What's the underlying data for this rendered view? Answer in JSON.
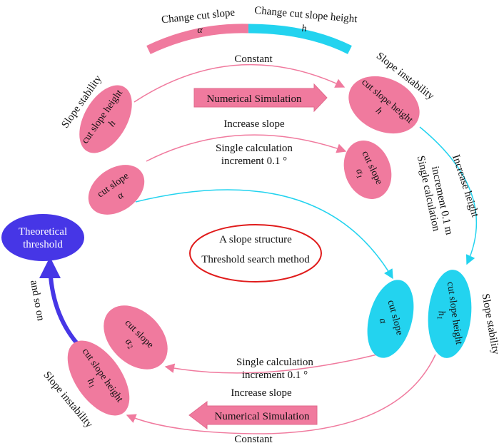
{
  "colors": {
    "pink": "#f07a9e",
    "cyan": "#23d3ef",
    "blue": "#4636e6",
    "red": "#e01b1b",
    "text": "#111111"
  },
  "top_bar": {
    "left_title": "Change cut slope",
    "left_symbol": "α",
    "right_title": "Change cut slope height",
    "right_symbol": "h"
  },
  "labels": {
    "constant_top": "Constant",
    "slope_stability_left": "Slope stability",
    "slope_instability_right": "Slope instability",
    "numerical_simulation_top": "Numerical Simulation",
    "increase_slope_top": "Increase slope",
    "single_calc_top_1": "Single calculation",
    "single_calc_top_2": "increment 0.1 °",
    "increase_height": "Increase height",
    "single_calc_right_1": "Single calculation",
    "single_calc_right_2": "increment 0.1 m",
    "slope_stability_right": "Slope stability",
    "single_calc_bottom_1": "Single calculation",
    "single_calc_bottom_2": "increment 0.1 °",
    "increase_slope_bottom": "Increase slope",
    "numerical_simulation_bottom": "Numerical Simulation",
    "constant_bottom": "Constant",
    "slope_instability_left": "Slope instability",
    "and_so_on": "and so on"
  },
  "nodes": {
    "height_h_left": {
      "line1": "cut slope height",
      "line2": "h"
    },
    "height_h_right": {
      "line1": "cut slope height",
      "line2": "h"
    },
    "slope_alpha_left": {
      "line1": "cut slope",
      "line2": "α"
    },
    "slope_alpha1": {
      "line1": "cut slope",
      "line2": "α",
      "sub": "1"
    },
    "slope_alpha_cyan": {
      "line1": "cut slope",
      "line2": "α"
    },
    "height_h1_cyan": {
      "line1": "cut slope height",
      "line2": "h",
      "sub": "1"
    },
    "slope_alpha2": {
      "line1": "cut slope",
      "line2": "α",
      "sub": "2"
    },
    "height_h1_bottom": {
      "line1": "cut slope height",
      "line2": "h",
      "sub": "1"
    },
    "threshold": {
      "line1": "Theoretical",
      "line2": "threshold"
    }
  },
  "center": {
    "line1": "A slope structure",
    "line2": "Threshold search method"
  }
}
